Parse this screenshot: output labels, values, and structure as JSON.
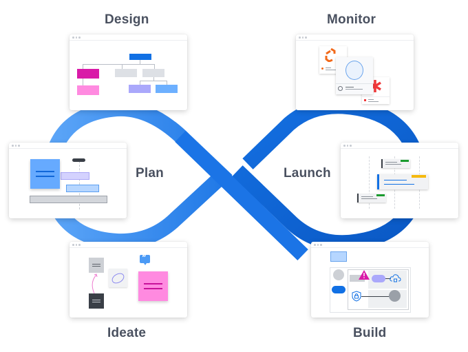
{
  "stages": {
    "design": {
      "label": "Design"
    },
    "monitor": {
      "label": "Monitor"
    },
    "plan": {
      "label": "Plan"
    },
    "launch": {
      "label": "Launch"
    },
    "ideate": {
      "label": "Ideate"
    },
    "build": {
      "label": "Build"
    }
  },
  "colors": {
    "loop_light": "#5da6f8",
    "loop_mid": "#2d82ea",
    "loop_dark": "#0b5fcf",
    "label_text": "#4a5160",
    "magenta": "#d91aa8",
    "pink": "#ff8ae0",
    "lavender": "#aaa8fb",
    "sky": "#6db0ff",
    "blue": "#1170e4",
    "orange": "#f26a1b",
    "red": "#f0383a",
    "green": "#1a9b2e",
    "yellow": "#f5b90f"
  },
  "icons": {
    "design": [
      "org-chart-icon"
    ],
    "monitor": [
      "hexagon-logo-icon",
      "circle-icon",
      "asterisk-icon",
      "shield-dog-icon"
    ],
    "plan": [
      "sticky-note-icon",
      "timeline-marker-icon"
    ],
    "launch": [
      "status-card-icon"
    ],
    "ideate": [
      "sticky-note-icon",
      "quote-bubble-icon",
      "lasso-icon",
      "arrow-icon"
    ],
    "build": [
      "warning-icon",
      "cloud-lock-icon",
      "shield-lock-icon"
    ]
  }
}
